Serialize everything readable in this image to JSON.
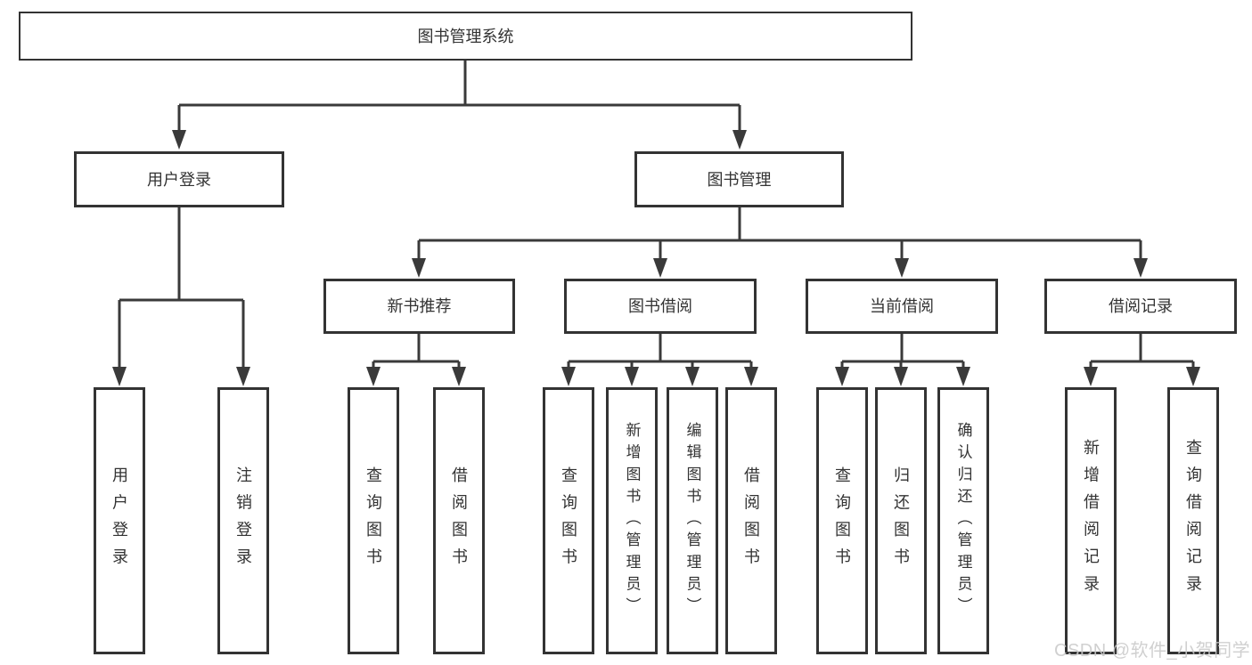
{
  "diagram": {
    "root": {
      "label": "图书管理系统"
    },
    "level2": [
      {
        "label": "用户登录"
      },
      {
        "label": "图书管理"
      }
    ],
    "level3": [
      {
        "label": "新书推荐"
      },
      {
        "label": "图书借阅"
      },
      {
        "label": "当前借阅"
      },
      {
        "label": "借阅记录"
      }
    ],
    "leaves": {
      "login": [
        "用户登录",
        "注销登录"
      ],
      "recommend": [
        "查询图书",
        "借阅图书"
      ],
      "borrow": [
        "查询图书",
        "新增图书（管理员）",
        "编辑图书（管理员）",
        "借阅图书"
      ],
      "current": [
        "查询图书",
        "归还图书",
        "确认归还（管理员）"
      ],
      "records": [
        "新增借阅记录",
        "查询借阅记录"
      ]
    },
    "colors": {
      "line": "#3a3a3a",
      "border": "#333333",
      "text": "#333333",
      "background": "#ffffff",
      "watermark": "#c9c9c9"
    },
    "watermark": "CSDN @软件_小贺同学"
  }
}
